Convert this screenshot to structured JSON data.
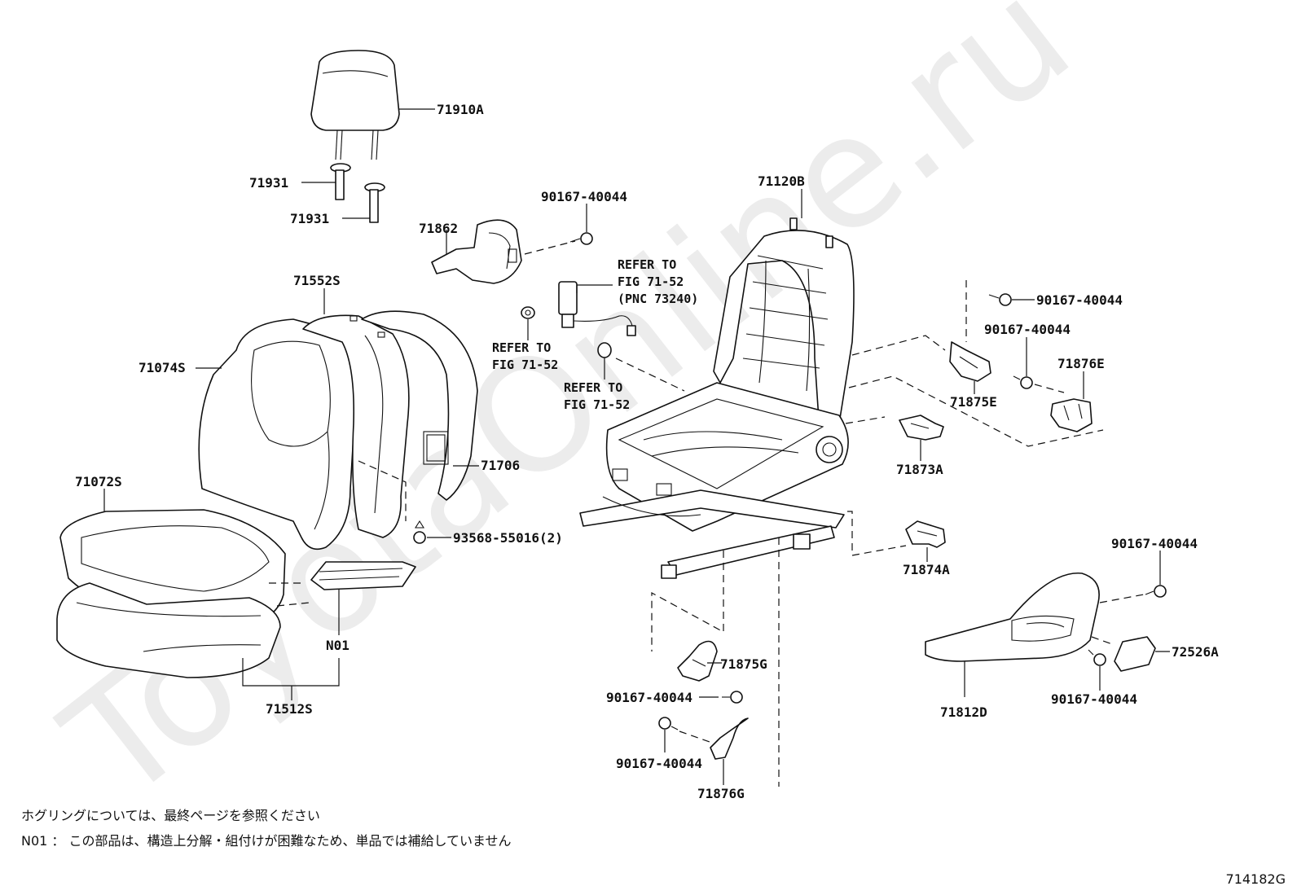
{
  "watermark": "ToyotaOnline.ru",
  "labels": {
    "headrest": "71910A",
    "guide_upper": "71931",
    "guide_lower": "71931",
    "back_cover": "71074S",
    "back_pad": "71552S",
    "back_board": "71706",
    "cushion_cover": "71072S",
    "cushion_pad": "71512S",
    "n01": "N01",
    "clip": "93568-55016(2)",
    "hinge_cover": "71862",
    "screw_top": "90167-40044",
    "frame": "71120B",
    "screw_right_1": "90167-40044",
    "screw_right_2": "90167-40044",
    "cover_75e": "71875E",
    "cover_76e": "71876E",
    "cover_73a": "71873A",
    "cover_74a": "71874A",
    "cover_75g": "71875G",
    "screw_75g": "90167-40044",
    "screw_76g": "90167-40044",
    "cover_76g": "71876G",
    "shield": "71812D",
    "screw_shield_top": "90167-40044",
    "screw_shield_bottom": "90167-40044",
    "knob": "72526A"
  },
  "refs": {
    "belt": [
      "REFER TO",
      "FIG 71-52",
      "(PNC 73240)"
    ],
    "left": [
      "REFER TO",
      "FIG 71-52"
    ],
    "mid": [
      "REFER TO",
      "FIG 71-52"
    ]
  },
  "notes": {
    "line1": "ホグリングについては、最終ページを参照ください",
    "line2": "N01 ： この部品は、構造上分解・組付けが困難なため、単品では補給していません"
  },
  "figure_code": "714182G"
}
